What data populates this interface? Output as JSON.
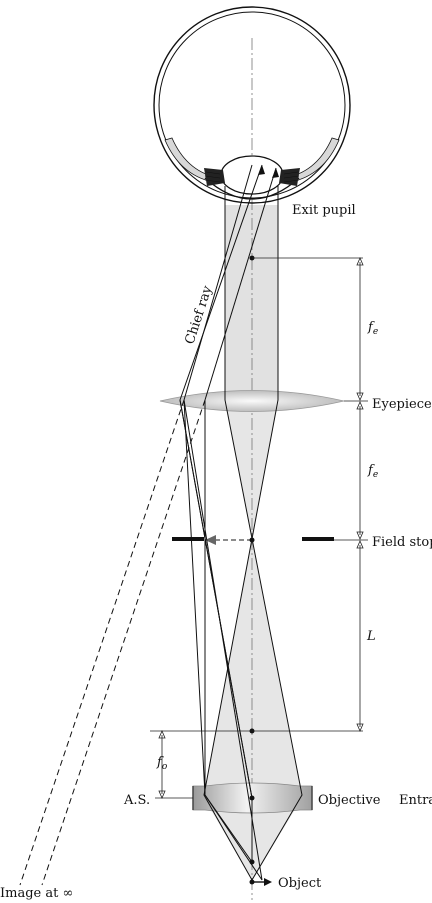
{
  "labels": {
    "exit_pupil": "Exit pupil",
    "chief_ray": "Chief ray",
    "eyepiece": "Eyepiece",
    "field_stop": "Field stop",
    "objective": "Objective",
    "entrance": "Entra",
    "aperture_stop": "A.S.",
    "object": "Object",
    "image_at_infinity": "Image at ∞",
    "fe_upper": "f",
    "fe_upper_sub": "e",
    "fe_lower": "f",
    "fe_lower_sub": "e",
    "tube_length": "L",
    "fo": "f",
    "fo_sub": "o"
  },
  "colors": {
    "beam_fill": "#e3e3e3",
    "lens_fill": "#cfcfcf",
    "ink": "#111111"
  }
}
